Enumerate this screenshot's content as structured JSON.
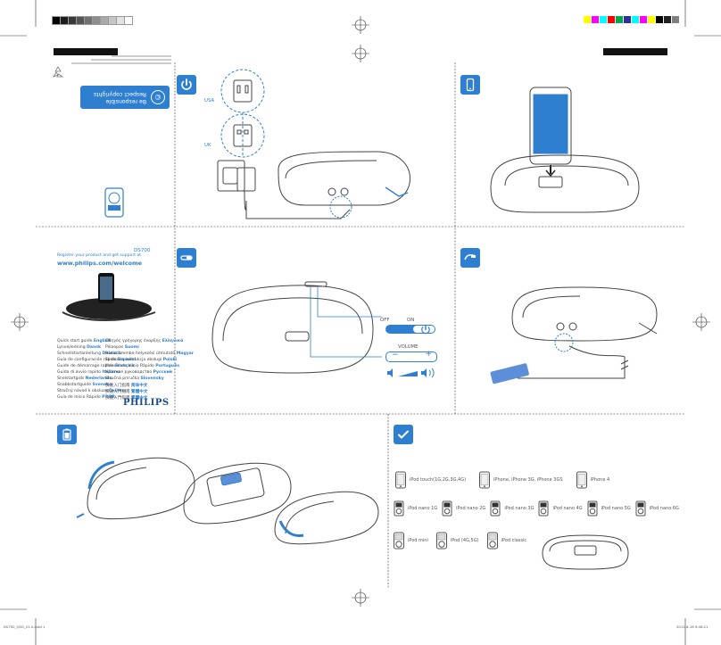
{
  "print_marks": {
    "grays": [
      "#000000",
      "#1c1c1c",
      "#383838",
      "#555555",
      "#717171",
      "#8d8d8d",
      "#aaaaaa",
      "#c6c6c6",
      "#e2e2e2",
      "#ffffff"
    ],
    "colors": [
      "#ffff00",
      "#ff00ff",
      "#00ffff",
      "#ff0000",
      "#00a651",
      "#2e3192",
      "#00ffff",
      "#ff00ff",
      "#ffff00",
      "#000000",
      "#231f20",
      "#808080"
    ]
  },
  "power_panel": {
    "respect_line1": "Be responsible",
    "respect_line2": "Respect copyrights",
    "usa_label": "USA",
    "uk_label": "UK"
  },
  "product_panel": {
    "model": "DS700",
    "register_text": "Register your product and get support at",
    "url": "www.philips.com/welcome",
    "brand": "PHILIPS",
    "languages_left": [
      {
        "title": "Quick start guide",
        "lang": "English"
      },
      {
        "title": "Lynvejledning",
        "lang": "Dansk"
      },
      {
        "title": "Schnellstartanleitung",
        "lang": "Deutsch"
      },
      {
        "title": "Guía de configuración rápida",
        "lang": "Español"
      },
      {
        "title": "Guide de démarrage rapide",
        "lang": "Français"
      },
      {
        "title": "Guida di avvio rapido",
        "lang": "Italiano"
      },
      {
        "title": "Snelstartgids",
        "lang": "Nederlands"
      },
      {
        "title": "Snabbstartguide",
        "lang": "Svenska"
      },
      {
        "title": "Stručný návod k obsluze",
        "lang": "Čeština"
      },
      {
        "title": "Guia de Início Rápido",
        "lang": "PT-BR"
      }
    ],
    "languages_right": [
      {
        "title": "Οδηγός γρήγορης έναρξης",
        "lang": "Ελληνικά"
      },
      {
        "title": "Pikaopas",
        "lang": "Suomi"
      },
      {
        "title": "Rövid üzembe helyezési útmutató",
        "lang": "Magyar"
      },
      {
        "title": "Skrócona instrukcja obsługi",
        "lang": "Polski"
      },
      {
        "title": "Manual de Início Rápido",
        "lang": "Português"
      },
      {
        "title": "Краткое руководство",
        "lang": "Русский"
      },
      {
        "title": "Stručná príručka",
        "lang": "Slovensky"
      },
      {
        "title": "快速入门指南",
        "lang": "简体中文"
      },
      {
        "title": "快速入門指南",
        "lang": "繁體中文"
      },
      {
        "title": "快速入門指南",
        "lang": "繁體中文"
      }
    ]
  },
  "controls_panel": {
    "off_label": "OFF",
    "on_label": "ON",
    "volume_label": "VOLUME",
    "minus": "−",
    "plus": "+"
  },
  "compat_panel": {
    "row1": [
      "iPod touch(1G,2G,3G,4G)",
      "iPhone, iPhone 3G, iPhone 3GS",
      "iPhone 4"
    ],
    "row2": [
      "iPod nano 1G",
      "iPod nano 2G",
      "iPod nano 3G",
      "iPod nano 4G",
      "iPod nano 5G",
      "iPod nano 6G"
    ],
    "row3": [
      "iPod mini",
      "iPod (4G,5G)",
      "iPod classic"
    ]
  },
  "footer": {
    "left": "DS700_QSG_V1.0.indd 1",
    "right": "2011-8-16 9:48:21"
  },
  "colors": {
    "accent": "#2f7fd0",
    "ink": "#333333"
  }
}
